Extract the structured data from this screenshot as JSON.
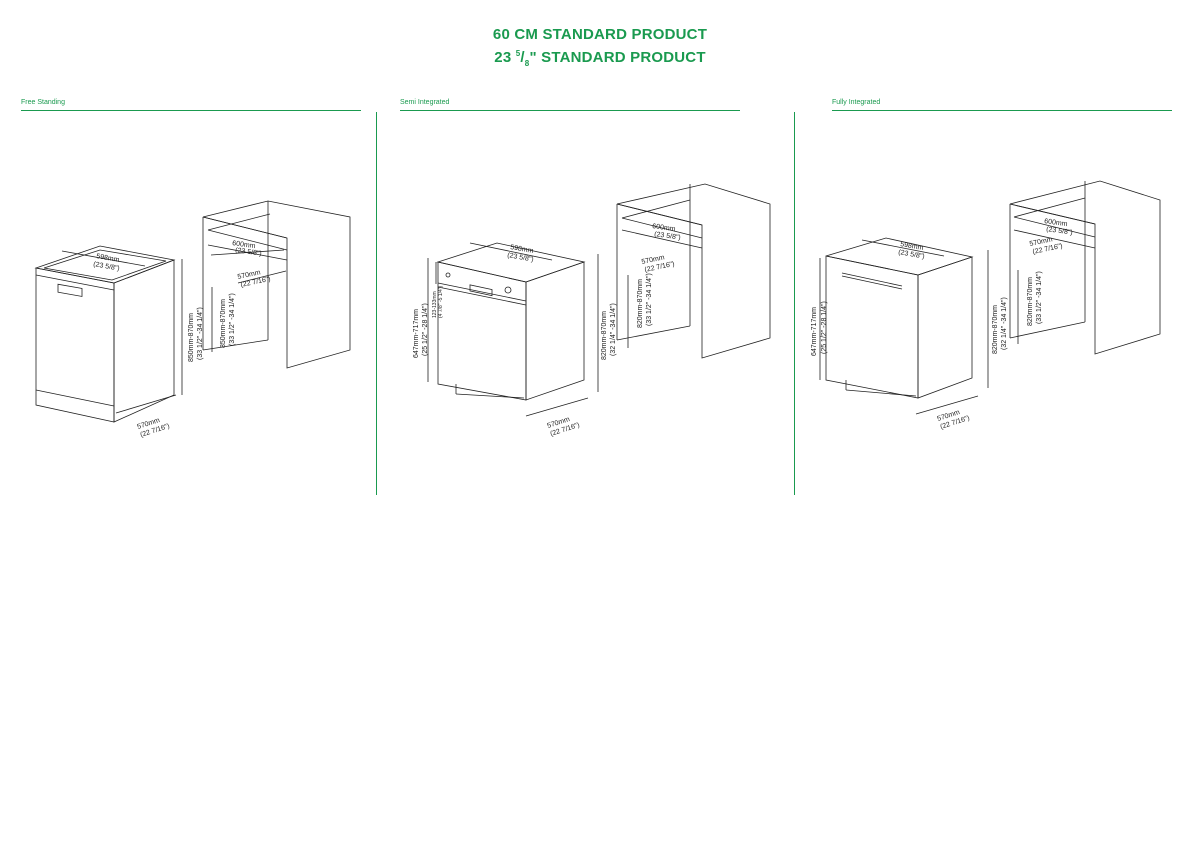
{
  "header": {
    "title_cm": "60 CM STANDARD PRODUCT",
    "title_in_main": "23",
    "title_in_sup": "5",
    "title_in_sub": "8",
    "title_in_rest": "\" STANDARD PRODUCT"
  },
  "sections": [
    {
      "label": "Free Standing",
      "dims": {
        "width_mm": "598mm",
        "width_in": "(23 5/8\")",
        "depth_mm": "570mm",
        "depth_in": "(22 7/16\")",
        "height_mm": "850mm-870mm",
        "height_in": "(33 1/2\" -34 1/4\")",
        "niche_width_mm": "600mm",
        "niche_width_in": "(23 5/8\")",
        "niche_depth_mm": "570mm",
        "niche_depth_in": "(22 7/16\")",
        "niche_height_mm": "850mm-870mm",
        "niche_height_in": "(33 1/2\" -34 1/4\")"
      }
    },
    {
      "label": "Semi Integrated",
      "dims": {
        "width_mm": "598mm",
        "width_in": "(23 5/8\")",
        "depth_mm": "570mm",
        "depth_in": "(22 7/16\")",
        "door_height_mm": "647mm-717mm",
        "door_height_in": "(25 1/2\" -28 1/4\")",
        "panel_mm": "123-133mm",
        "panel_in": "(4 7/8\" -5 1/4\")",
        "height_mm": "820mm-870mm",
        "height_in": "(32 1/4\" -34 1/4\")",
        "niche_width_mm": "600mm",
        "niche_width_in": "(23 5/8\")",
        "niche_depth_mm": "570mm",
        "niche_depth_in": "(22 7/16\")",
        "niche_height_mm": "820mm-870mm",
        "niche_height_in": "(33 1/2\" -34 1/4\")"
      }
    },
    {
      "label": "Fully Integrated",
      "dims": {
        "width_mm": "598mm",
        "width_in": "(23 5/8\")",
        "depth_mm": "570mm",
        "depth_in": "(22 7/16\")",
        "door_height_mm": "647mm-717mm",
        "door_height_in": "(25 1/2\" -28 1/4\")",
        "height_mm": "820mm-870mm",
        "height_in": "(32 1/4\" -34 1/4\")",
        "niche_width_mm": "600mm",
        "niche_width_in": "(23 5/8\")",
        "niche_depth_mm": "570mm",
        "niche_depth_in": "(22 7/16\")",
        "niche_height_mm": "820mm-870mm",
        "niche_height_in": "(33 1/2\" -34 1/4\")"
      }
    }
  ],
  "colors": {
    "accent": "#1a9a4f",
    "line": "#222222"
  }
}
